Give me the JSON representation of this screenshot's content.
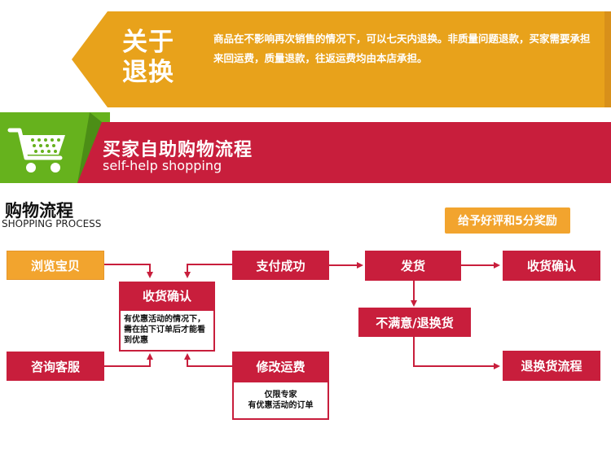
{
  "return_policy": {
    "title_line1": "关于",
    "title_line2": "退换",
    "text": "商品在不影响再次销售的情况下，可以七天内退换。非质量问题退款，买家需要承担来回运费，质量退款，往返运费均由本店承担。"
  },
  "self_help": {
    "title_cn": "买家自助购物流程",
    "title_en": "self-help shopping"
  },
  "process": {
    "title_cn": "购物流程",
    "title_en": "SHOPPING PROCESS",
    "reward": "给予好评和5分奖励",
    "steps": {
      "browse": "浏览宝贝",
      "consult": "咨询客服",
      "confirm_receipt": "收货确认",
      "pay_success": "支付成功",
      "modify_shipping": "修改运费",
      "ship": "发货",
      "confirm_receipt_2": "收货确认",
      "unsatisfied_return": "不满意/退换货",
      "return_process": "退换货流程"
    },
    "notes": {
      "promo_note": "有优惠活动的情况下，需在拍下订单后才能看到优惠",
      "exclusive_note_1": "仅限专家",
      "exclusive_note_2": "有优惠活动的订单"
    }
  },
  "colors": {
    "brand_red": "#c81e3c",
    "brand_orange": "#f2a42e",
    "cart_green": "#66b21d"
  },
  "icons": {
    "cart": "shopping-cart-icon"
  }
}
